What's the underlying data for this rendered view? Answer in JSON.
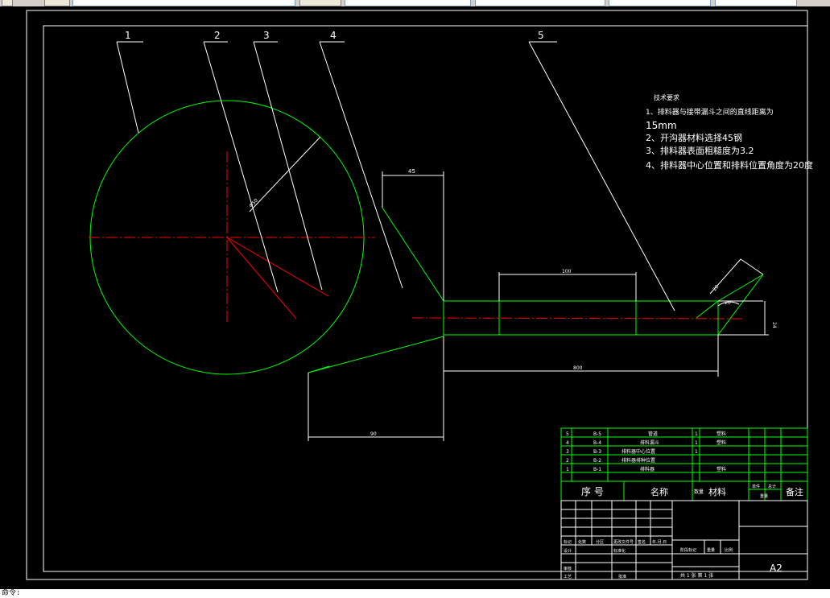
{
  "cmdline": {
    "text": "命令:"
  },
  "balloons": [
    "1",
    "2",
    "3",
    "4",
    "5"
  ],
  "dimensions": {
    "d1": "45",
    "d2": "100",
    "d3": "800",
    "d4": "90",
    "d5": "Φ50",
    "d6": "28",
    "d7": "20",
    "d8": "24"
  },
  "requirements": {
    "title": "技术要求",
    "items": [
      "1、排料器与接带漏斗之间的直线距离为",
      "15mm",
      "2、开沟器材料选择45钢",
      "3、排料器表面粗糙度为3.2",
      "4、排料器中心位置和排料位置角度为20度"
    ]
  },
  "bom": {
    "rows": [
      {
        "no": "5",
        "code": "B-5",
        "name": "管道",
        "qty": "1",
        "mat": "塑料"
      },
      {
        "no": "4",
        "code": "B-4",
        "name": "排料漏斗",
        "qty": "1",
        "mat": "塑料"
      },
      {
        "no": "3",
        "code": "B-3",
        "name": "排料器中心位置",
        "qty": "1",
        "mat": ""
      },
      {
        "no": "2",
        "code": "B-2",
        "name": "排料器排种位置",
        "qty": "",
        "mat": ""
      },
      {
        "no": "1",
        "code": "B-1",
        "name": "排料器",
        "qty": "",
        "mat": "塑料"
      }
    ],
    "header": {
      "no": "序 号",
      "name": "名称",
      "qty": "数量",
      "mat": "材料",
      "single": "单件",
      "total": "总计",
      "weight": "重量",
      "remark": "备注"
    }
  },
  "titleblock": {
    "labels": [
      "标记",
      "处数",
      "分区",
      "更改文件号",
      "签名",
      "年.月.日",
      "设计",
      "标准化",
      "审核",
      "工艺",
      "批准",
      "阶段标记",
      "重量",
      "比例"
    ],
    "sheet": "共 1 张  第 1 张",
    "size": "A2"
  }
}
